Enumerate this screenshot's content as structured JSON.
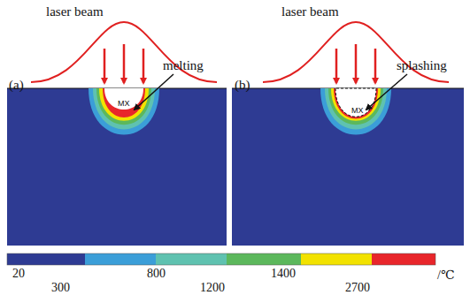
{
  "diagram": {
    "labels": [
      "laser beam",
      "laser beam",
      "(a)",
      "(b)",
      "melting",
      "splashing",
      "MX",
      "MX",
      "20",
      "300",
      "800",
      "1200",
      "1400",
      "2700",
      "/℃"
    ]
  }
}
